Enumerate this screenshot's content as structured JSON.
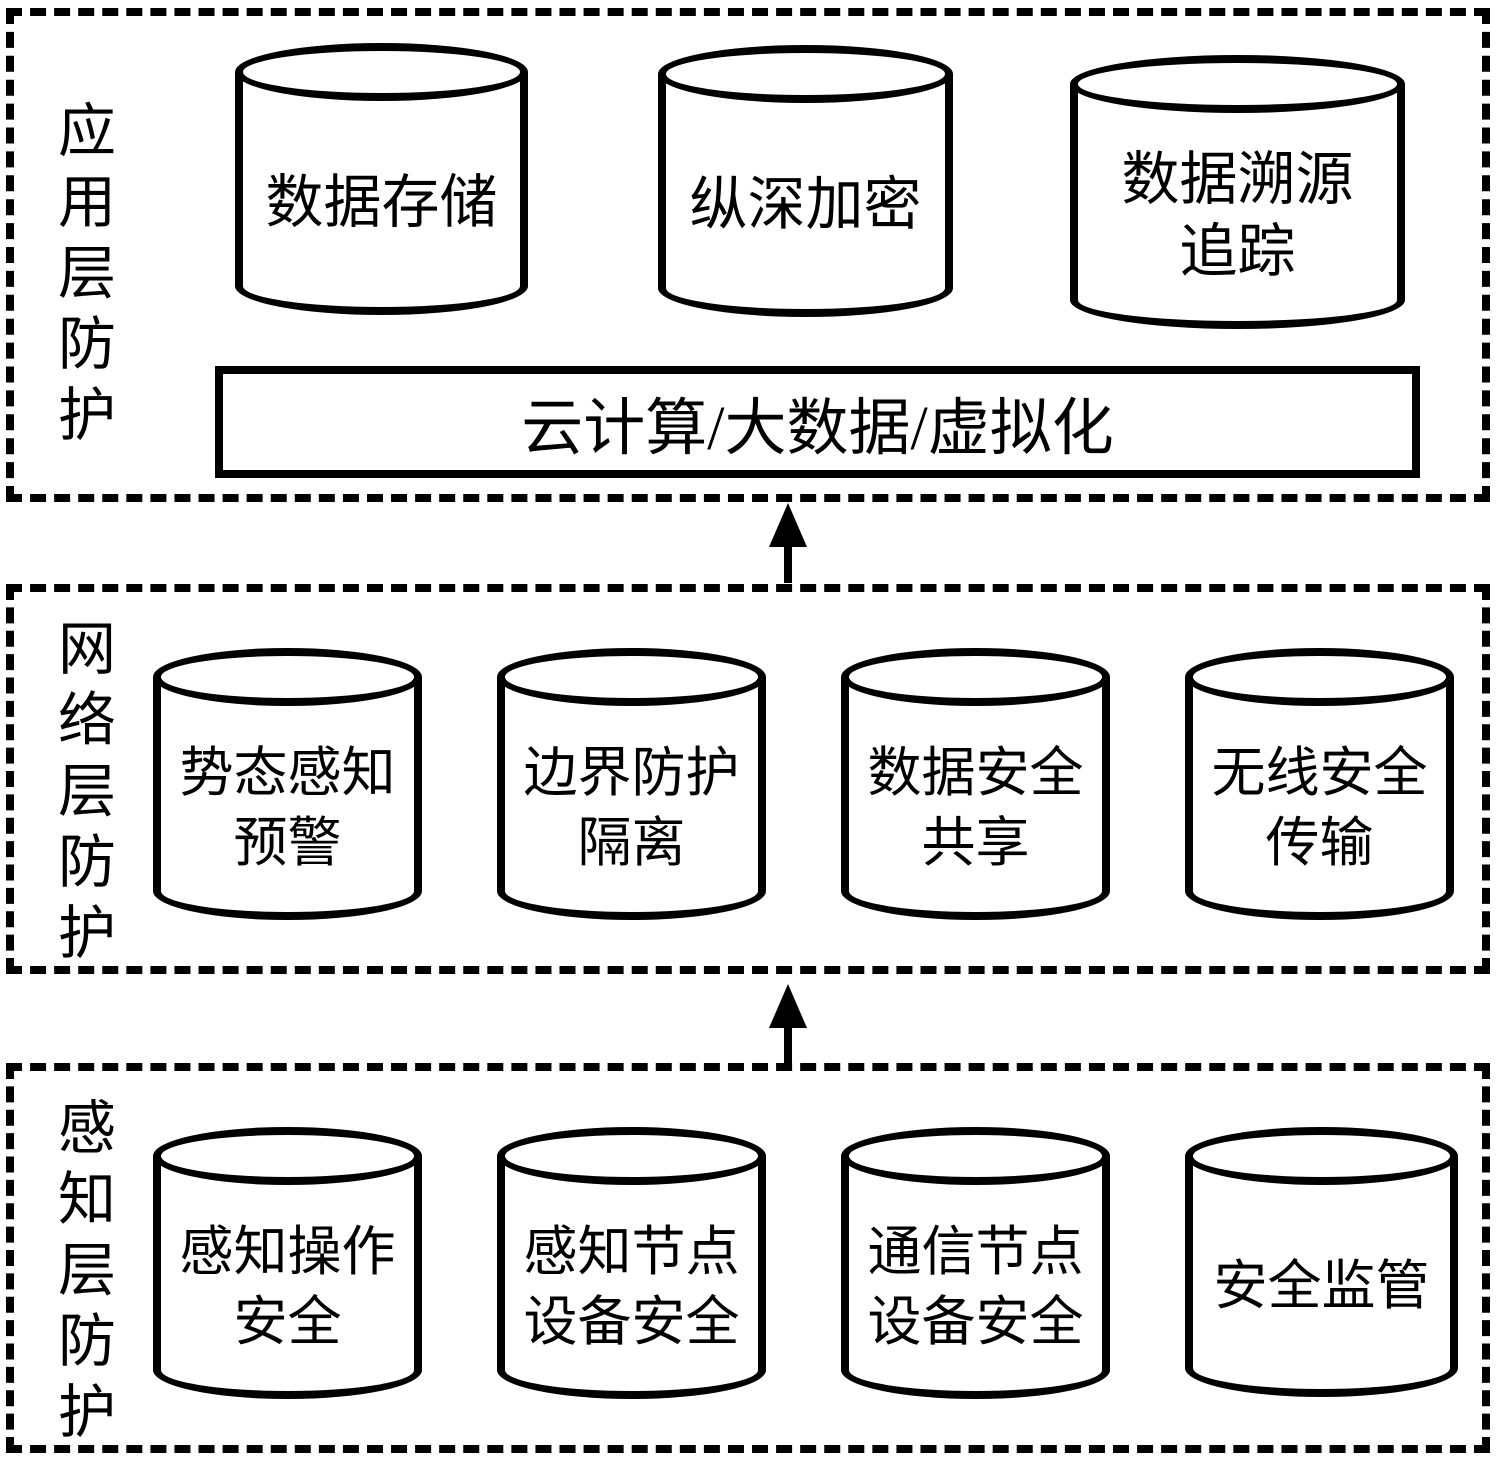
{
  "diagram": {
    "background": "#ffffff",
    "stroke_color": "#000000",
    "layers": [
      {
        "name": "application-layer",
        "label": "应用层防护",
        "cylinders": [
          {
            "label": "数据存储"
          },
          {
            "label": "纵深加密"
          },
          {
            "label": "数据溯源\n追踪"
          }
        ],
        "platform_bar_label": "云计算/大数据/虚拟化"
      },
      {
        "name": "network-layer",
        "label": "网络层防护",
        "cylinders": [
          {
            "label": "势态感知\n预警"
          },
          {
            "label": "边界防护\n隔离"
          },
          {
            "label": "数据安全\n共享"
          },
          {
            "label": "无线安全\n传输"
          }
        ]
      },
      {
        "name": "perception-layer",
        "label": "感知层防护",
        "cylinders": [
          {
            "label": "感知操作\n安全"
          },
          {
            "label": "感知节点\n设备安全"
          },
          {
            "label": "通信节点\n设备安全"
          },
          {
            "label": "安全监管"
          }
        ]
      }
    ],
    "arrows": [
      {
        "direction": "up",
        "from": "network-layer",
        "to": "application-layer"
      },
      {
        "direction": "up",
        "from": "perception-layer",
        "to": "network-layer"
      }
    ]
  }
}
